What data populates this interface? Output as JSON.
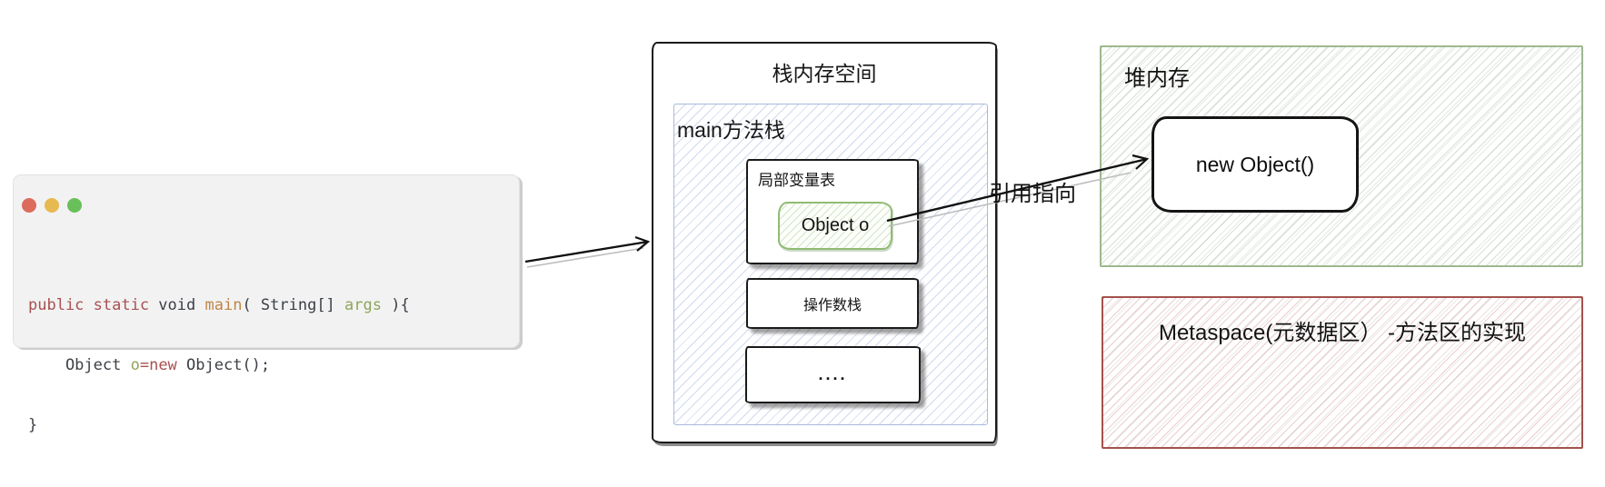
{
  "code_window": {
    "traffic_lights": [
      "#dd6b5d",
      "#e6b951",
      "#69bf59"
    ],
    "code_lines": [
      {
        "tokens": [
          {
            "t": "public static "
          },
          {
            "t": "void "
          },
          {
            "t": "main"
          },
          {
            "t": "( String[] "
          },
          {
            "t": "args"
          },
          {
            "t": " ){"
          }
        ]
      },
      {
        "tokens": [
          {
            "t": "    Object "
          },
          {
            "t": "o"
          },
          {
            "t": "=new"
          },
          {
            "t": " Object();"
          }
        ]
      },
      {
        "tokens": [
          {
            "t": "}"
          }
        ]
      }
    ]
  },
  "stack": {
    "title": "栈内存空间",
    "main_stack_label": "main方法栈",
    "local_var_table_label": "局部变量表",
    "object_o_label": "Object o",
    "operand_stack_label": "操作数栈",
    "dots_label": "...."
  },
  "heap": {
    "title": "堆内存",
    "new_object_label": "new Object()"
  },
  "metaspace": {
    "title": "Metaspace(元数据区） -方法区的实现"
  },
  "arrows": {
    "reference_label": "引用指向"
  },
  "palette": {
    "syntax_keyword": "#a85151",
    "syntax_function": "#c08545",
    "syntax_variable": "#8ea55a",
    "syntax_plain": "#3c4045",
    "stack_hatch_blue": "#aabade",
    "heap_border_green": "#9db88e",
    "object_o_border_green": "#8fbc73",
    "metaspace_border_red": "#a3524b",
    "dot_red": "#dd6b5d",
    "dot_yellow": "#e6b951",
    "dot_green": "#69bf59"
  }
}
